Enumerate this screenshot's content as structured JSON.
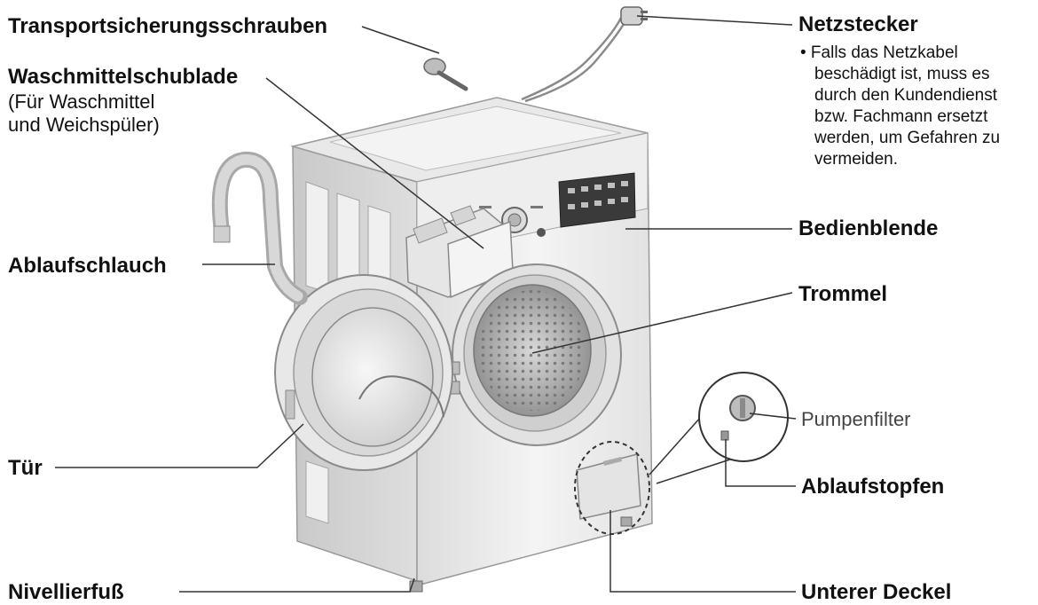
{
  "labels": {
    "transport_screws": "Transportsicherungsschrauben",
    "detergent_drawer": "Waschmittelschublade",
    "detergent_drawer_sub1": "(Für Waschmittel",
    "detergent_drawer_sub2": "und Weichspüler)",
    "drain_hose": "Ablaufschlauch",
    "door": "Tür",
    "leveling_foot": "Nivellierfuß",
    "power_plug": "Netzstecker",
    "power_plug_note": [
      "• Falls das Netzkabel",
      "beschädigt ist, muss es",
      "durch den Kundendienst",
      "bzw. Fachmann ersetzt",
      "werden, um Gefahren zu",
      "vermeiden."
    ],
    "control_panel": "Bedienblende",
    "drum": "Trommel",
    "pump_filter": "Pumpenfilter",
    "drain_plug": "Ablaufstopfen",
    "bottom_cover": "Unterer Deckel"
  },
  "colors": {
    "text": "#111111",
    "leader_line": "#333333",
    "machine_body": "#ececec",
    "machine_outline": "#9a9a9a"
  }
}
